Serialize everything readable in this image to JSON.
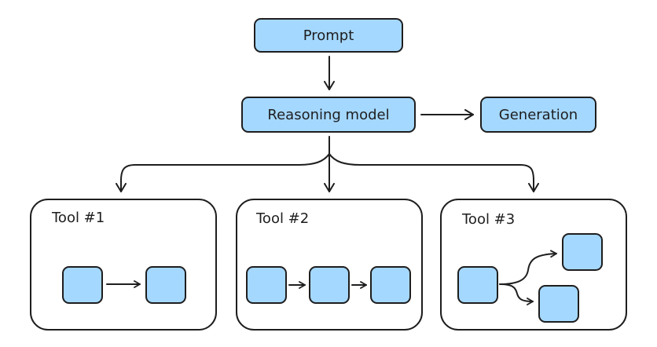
{
  "nodes": {
    "prompt": "Prompt",
    "reasoning_model": "Reasoning model",
    "generation": "Generation"
  },
  "tools": [
    {
      "label": "Tool #1",
      "steps": 2,
      "layout": "linear"
    },
    {
      "label": "Tool #2",
      "steps": 3,
      "layout": "linear"
    },
    {
      "label": "Tool #3",
      "steps": 3,
      "layout": "branching"
    }
  ],
  "colors": {
    "node_fill": "#a5d8ff",
    "stroke": "#1e1e1e",
    "background": "#ffffff"
  }
}
